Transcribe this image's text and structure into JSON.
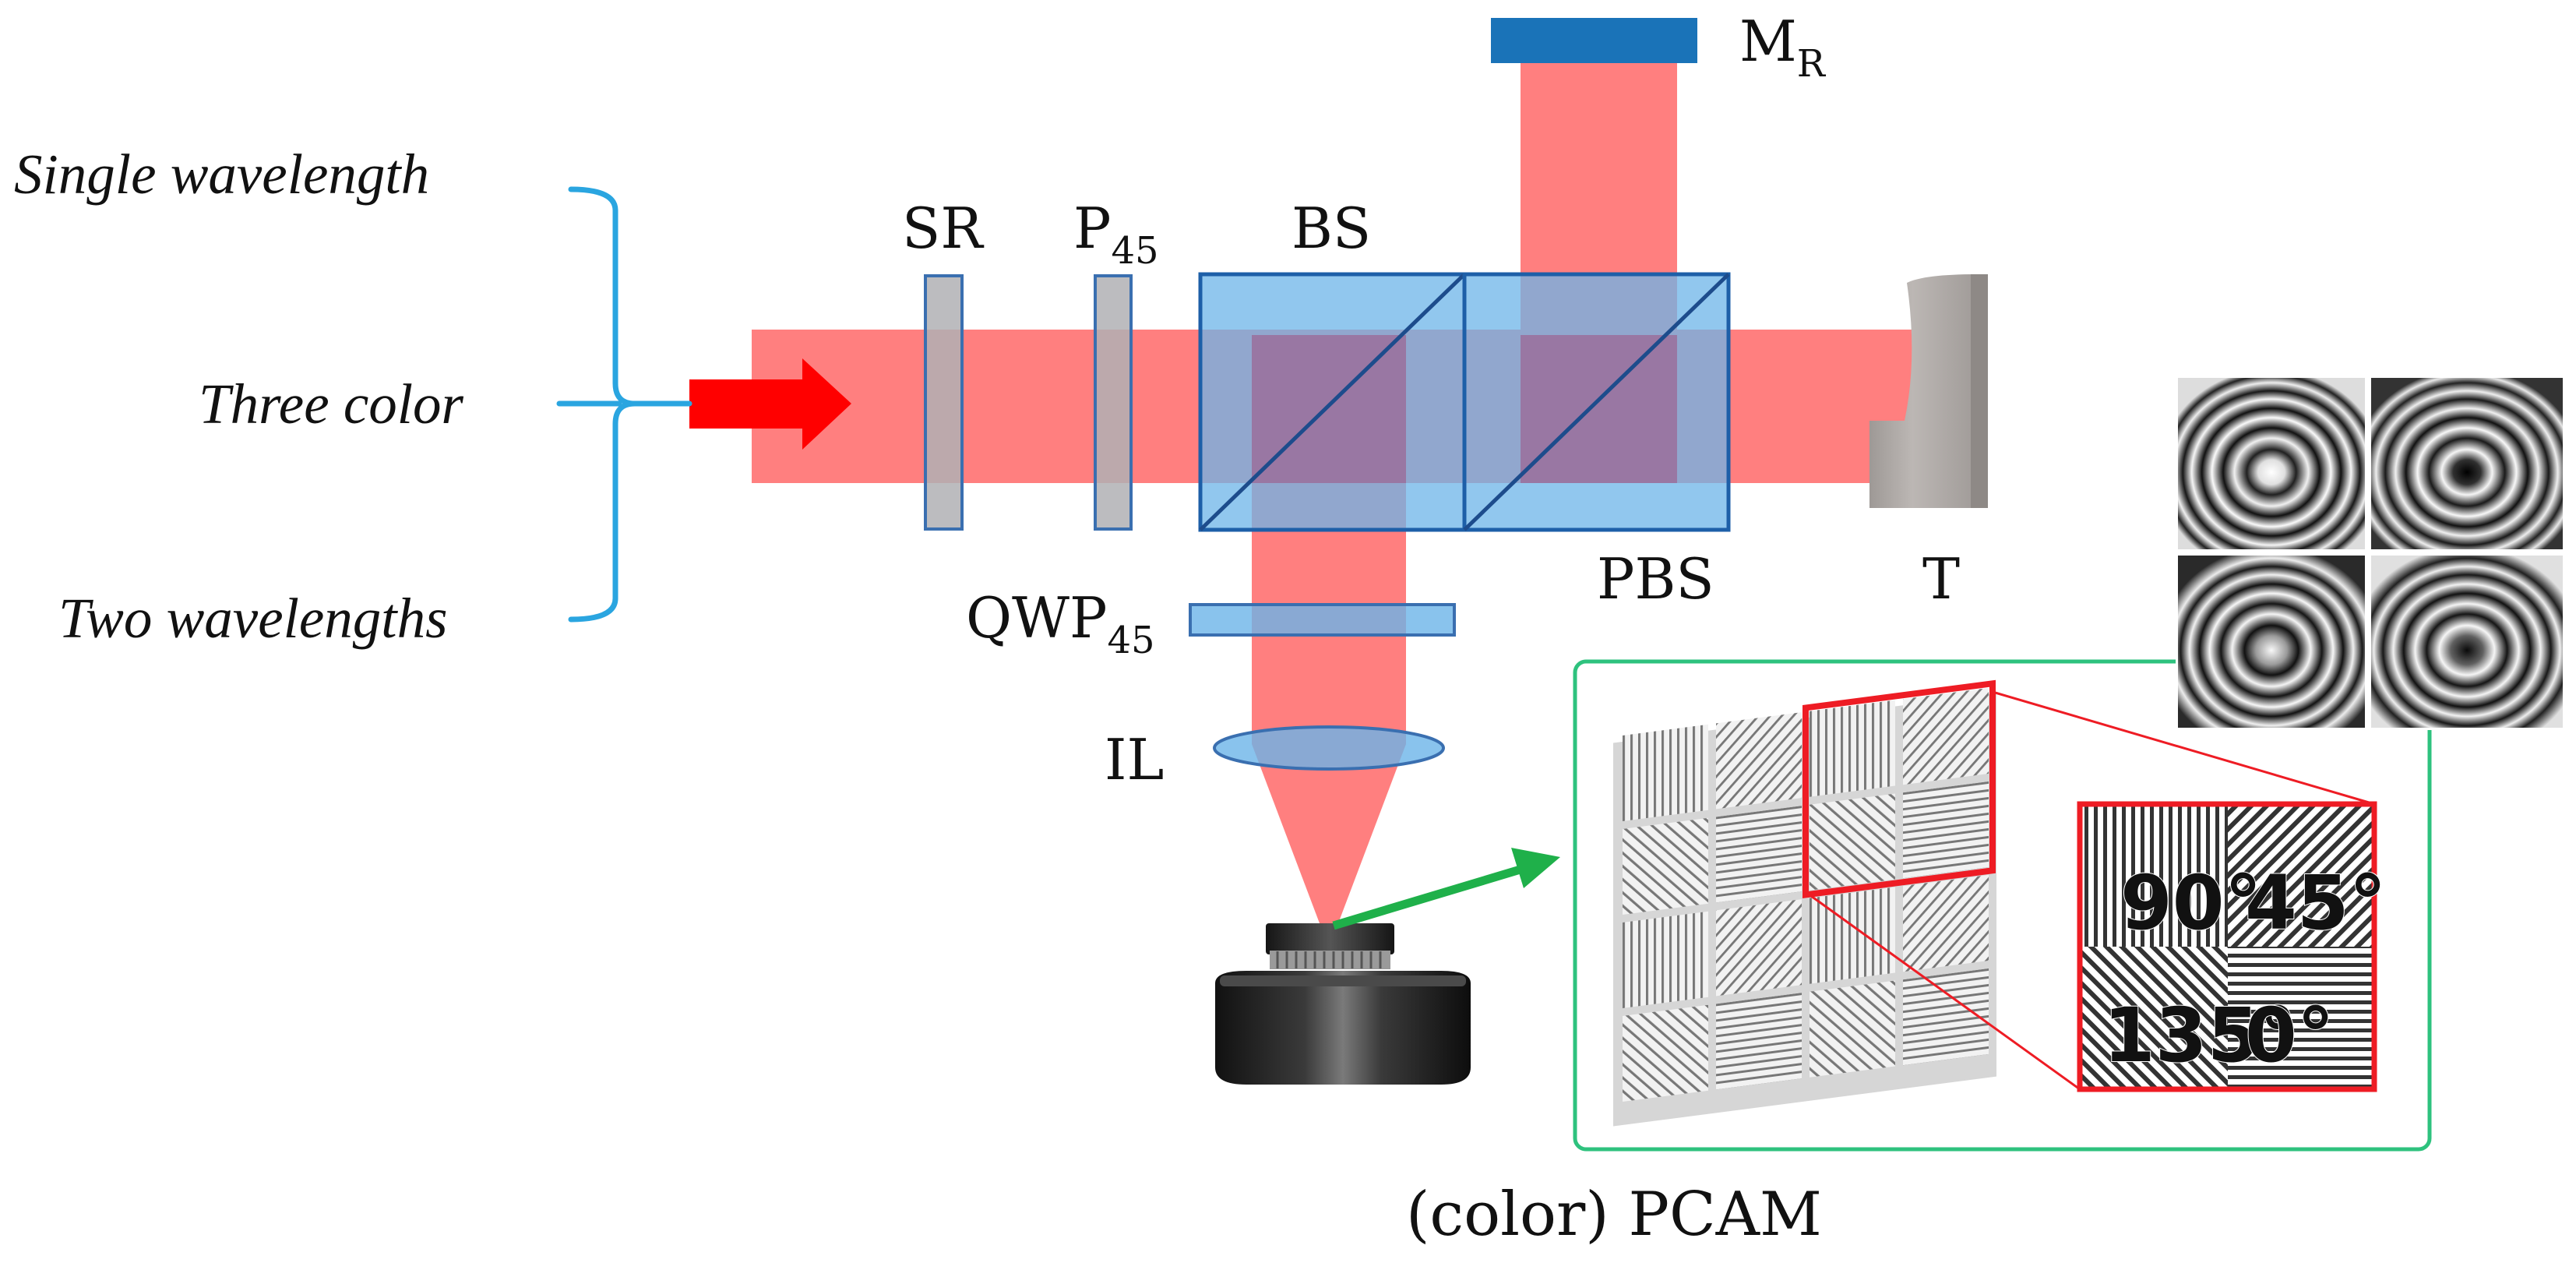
{
  "inputs": {
    "single": "Single wavelength",
    "three": "Three color",
    "two": "Two wavelengths"
  },
  "components": {
    "sr": "SR",
    "p45_main": "P",
    "p45_sub": "45",
    "bs": "BS",
    "pbs": "PBS",
    "mr_main": "M",
    "mr_sub": "R",
    "t": "T",
    "qwp_main": "QWP",
    "qwp_sub": "45",
    "il": "IL"
  },
  "camera_label": "(color) PCAM",
  "pixel_angles": {
    "a90": "90°",
    "a45": "45°",
    "a135": "135°",
    "a0": "0°"
  },
  "colors": {
    "beam": "#ff7f7f",
    "beam_dark": "#a05080",
    "optic_blue": "#6cb4e8",
    "bracket": "#2aa5e0",
    "arrow_red": "#ff0000",
    "arrow_green": "#1fb04a",
    "panel_border": "#2ec27e",
    "highlight": "#ee1c24",
    "mirror": "#1a73b8",
    "target": "#b3aeab"
  },
  "icons": {
    "camera": "camera-icon",
    "fringes": "fringe-pattern-icon"
  }
}
